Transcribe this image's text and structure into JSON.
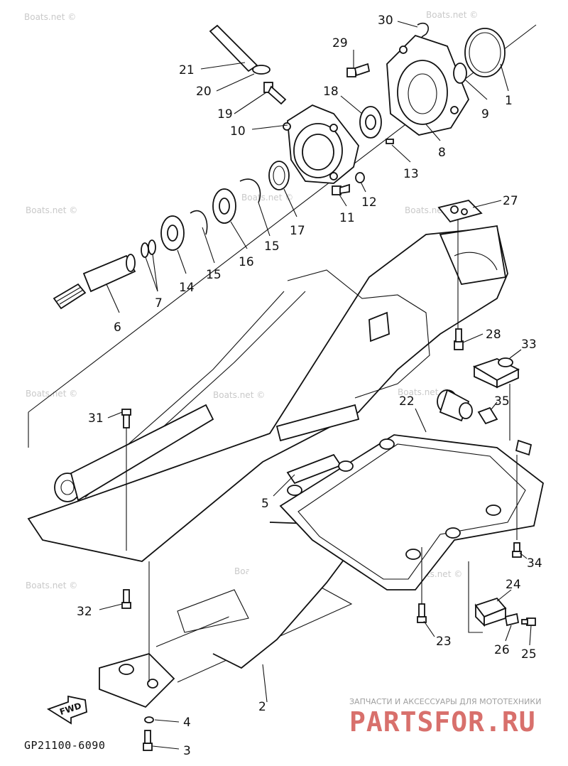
{
  "diagram": {
    "callouts": [
      "1",
      "2",
      "3",
      "4",
      "5",
      "6",
      "7",
      "8",
      "9",
      "10",
      "11",
      "12",
      "13",
      "14",
      "15",
      "15",
      "16",
      "17",
      "18",
      "19",
      "20",
      "21",
      "22",
      "23",
      "24",
      "25",
      "26",
      "27",
      "28",
      "29",
      "30",
      "31",
      "32",
      "33",
      "34",
      "35"
    ],
    "direction_marker": "FWD",
    "drawing_code": "GP21100-6090",
    "watermark": "Boats.net ©",
    "brand_tagline": "ЗАПЧАСТИ И АКСЕССУАРЫ ДЛЯ МОТОТЕХНИКИ",
    "brand_name": "PARTSFOR.RU"
  }
}
